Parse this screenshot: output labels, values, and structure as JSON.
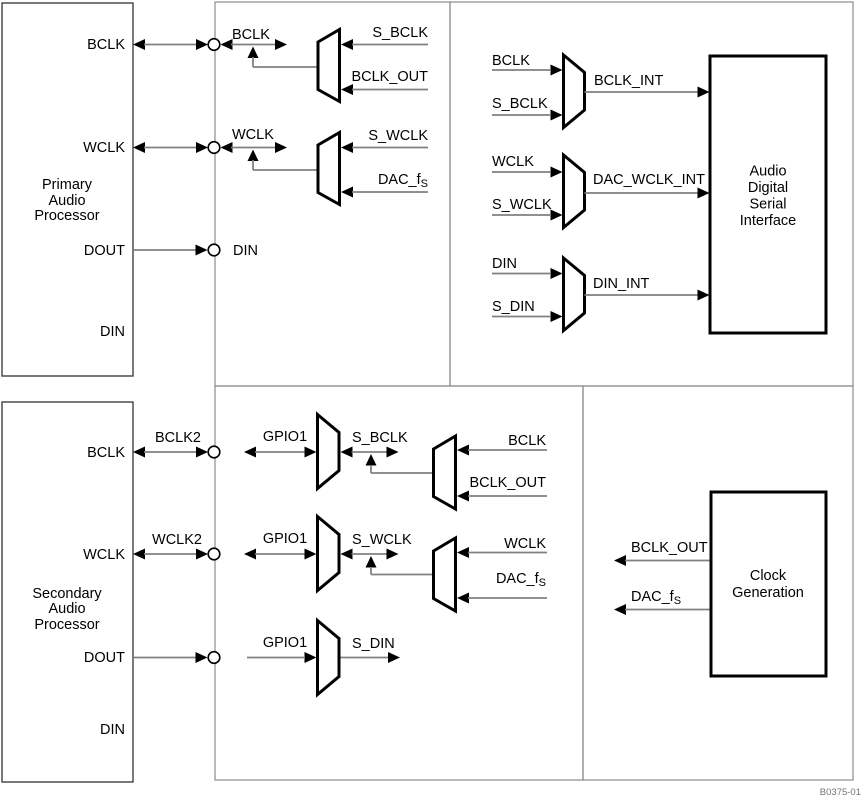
{
  "figure_id": "B0375-01",
  "primary_processor": {
    "title": [
      "Primary",
      "Audio",
      "Processor"
    ],
    "pin_bclk": "BCLK",
    "pin_wclk": "WCLK",
    "pin_dout": "DOUT",
    "pin_din": "DIN"
  },
  "secondary_processor": {
    "title": [
      "Secondary",
      "Audio",
      "Processor"
    ],
    "pin_bclk": "BCLK",
    "pin_wclk": "WCLK",
    "pin_dout": "DOUT",
    "pin_din": "DIN"
  },
  "top_panel": {
    "bclk_net": "BCLK",
    "wclk_net": "WCLK",
    "din_net": "DIN",
    "s_bclk": "S_BCLK",
    "bclk_out": "BCLK_OUT",
    "s_wclk": "S_WCLK",
    "dac_f": "DAC_f",
    "dac_f_sub": "S"
  },
  "serial_interface_panel": {
    "title": [
      "Audio",
      "Digital",
      "Serial",
      "Interface"
    ],
    "bclk_in": "BCLK",
    "s_bclk_in": "S_BCLK",
    "bclk_int": "BCLK_INT",
    "wclk_in": "WCLK",
    "s_wclk_in": "S_WCLK",
    "dac_wclk_int": "DAC_WCLK_INT",
    "din_in": "DIN",
    "s_din_in": "S_DIN",
    "din_int": "DIN_INT"
  },
  "bottom_panel": {
    "bclk2": "BCLK2",
    "wclk2": "WCLK2",
    "gpio1_bclk": "GPIO1",
    "gpio1_wclk": "GPIO1",
    "gpio1_din": "GPIO1",
    "s_bclk": "S_BCLK",
    "s_wclk": "S_WCLK",
    "s_din": "S_DIN",
    "bclk_in": "BCLK",
    "bclk_out_in": "BCLK_OUT",
    "wclk_in": "WCLK",
    "dac_f": "DAC_f",
    "dac_f_sub": "S"
  },
  "clock_panel": {
    "title": [
      "Clock",
      "Generation"
    ],
    "bclk_out": "BCLK_OUT",
    "dac_f": "DAC_f",
    "dac_f_sub": "S"
  }
}
